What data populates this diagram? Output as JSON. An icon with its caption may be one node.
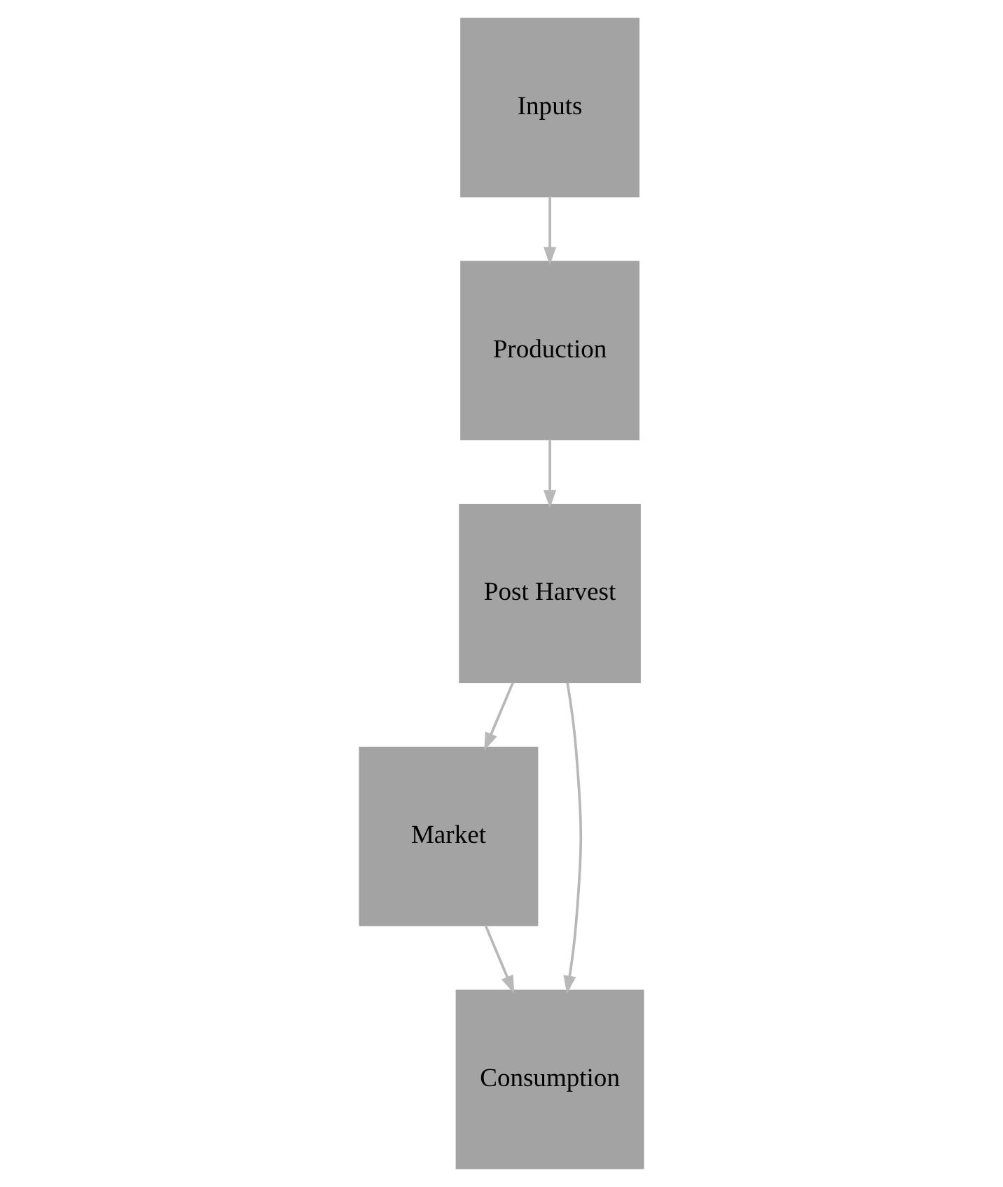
{
  "diagram": {
    "nodes": [
      {
        "text": [
          "Production"
        ]
      },
      {
        "text": [
          "Inputs"
        ]
      },
      {
        "text": [
          "Post Harvest"
        ]
      },
      {
        "text": [
          "Market"
        ]
      },
      {
        "text": [
          "Consumption"
        ]
      }
    ],
    "edges": [
      {
        "from": 1,
        "to": 0,
        "arrow": "to"
      },
      {
        "from": 0,
        "to": 2,
        "arrow": "to"
      },
      {
        "from": 2,
        "to": 4,
        "arrow": "to"
      },
      {
        "from": 2,
        "to": 3,
        "arrow": "to"
      },
      {
        "from": 3,
        "to": 4,
        "arrow": "to"
      }
    ]
  }
}
